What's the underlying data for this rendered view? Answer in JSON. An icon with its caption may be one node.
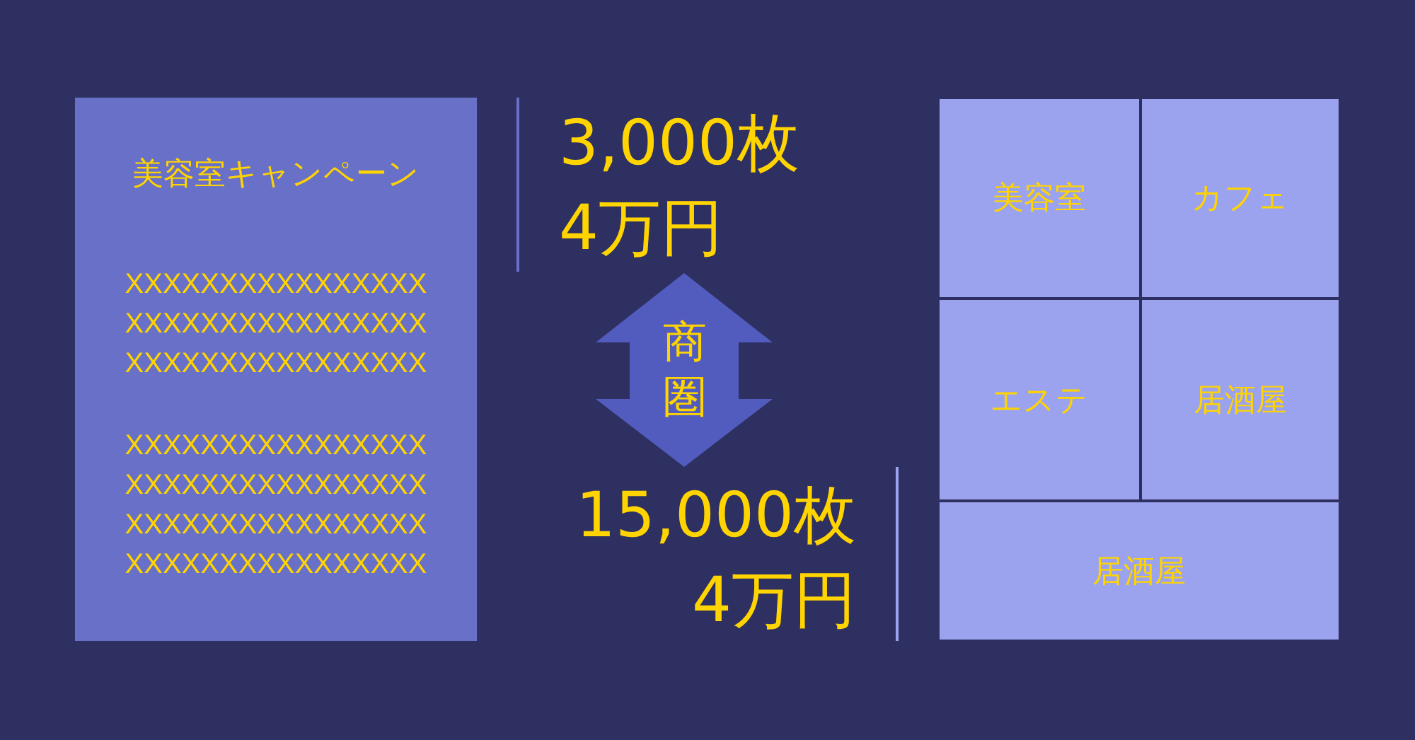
{
  "diagram": {
    "nodes": [
      {
        "text": [
          "美容室キャンペーン",
          "XXXXXXXXXXXXXXXX XXXXXXXXXXXXXXXX XXXXXXXXXXXXXXXX",
          "XXXXXXXXXXXXXXXX XXXXXXXXXXXXXXXX XXXXXXXXXXXXXXXX XXXXXXXXXXXXXXXX"
        ]
      },
      {
        "text": [
          "商圏"
        ]
      },
      {
        "text": [
          "美容室"
        ]
      },
      {
        "text": [
          "カフェ"
        ]
      },
      {
        "text": [
          "エステ"
        ]
      },
      {
        "text": [
          "居酒屋"
        ]
      },
      {
        "text": [
          "居酒屋"
        ]
      }
    ],
    "labels": [
      "3,000枚",
      "4万円",
      "15,000枚",
      "4万円"
    ]
  }
}
